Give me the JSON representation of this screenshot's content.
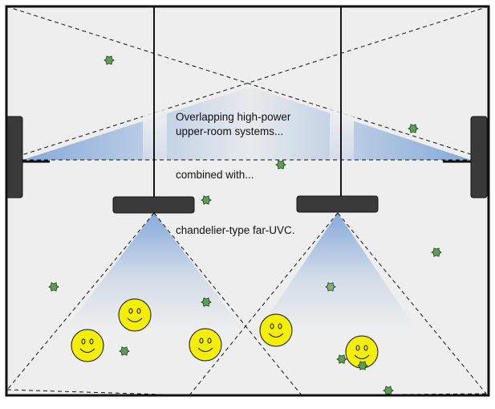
{
  "captions": {
    "upper_room_line1": "Overlapping high-power",
    "upper_room_line2": "upper-room systems...",
    "combined": "combined with...",
    "chandelier": "chandelier-type far-UVC."
  },
  "colors": {
    "room_fill": "#eeeeee",
    "room_border": "#111111",
    "fixture": "#3a3a3a",
    "uv_light": "#7fa6d9",
    "smiley_face": "#f4ef00",
    "germ": "#5c9e55"
  },
  "icons": {
    "person": "smiley-face-icon",
    "germ": "virus-particle-icon",
    "upper_room_lamp": "wall-mounted-uv-lamp",
    "chandelier_lamp": "ceiling-chandelier-uv-lamp"
  }
}
